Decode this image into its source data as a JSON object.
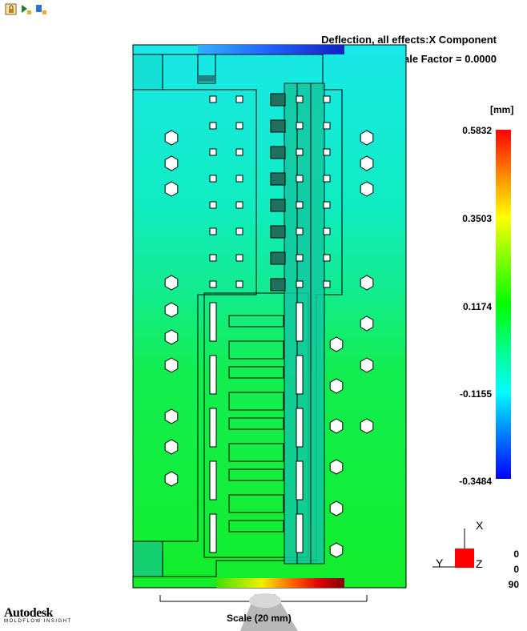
{
  "toolbar": {
    "items": [
      {
        "name": "lock-icon"
      },
      {
        "name": "play-lock-icon"
      },
      {
        "name": "layers-lock-icon"
      }
    ]
  },
  "plot": {
    "title": "Deflection, all effects:X Component",
    "scale_factor": "Scale Factor =  0.0000"
  },
  "legend": {
    "unit": "[mm]",
    "labels": [
      "0.5832",
      "0.3503",
      "0.1174",
      "-0.1155",
      "-0.3484"
    ],
    "colors": {
      "max": "#ff0000",
      "mid": "#00ff00",
      "min": "#0000ff"
    }
  },
  "scale_bar": {
    "label": "Scale (20 mm)"
  },
  "triad": {
    "x": "X",
    "y": "Y",
    "z": "Z"
  },
  "rotation": {
    "values": [
      "0",
      "0",
      "90"
    ]
  },
  "brand": {
    "name": "Autodesk",
    "product": "MOLDFLOW INSIGHT"
  }
}
